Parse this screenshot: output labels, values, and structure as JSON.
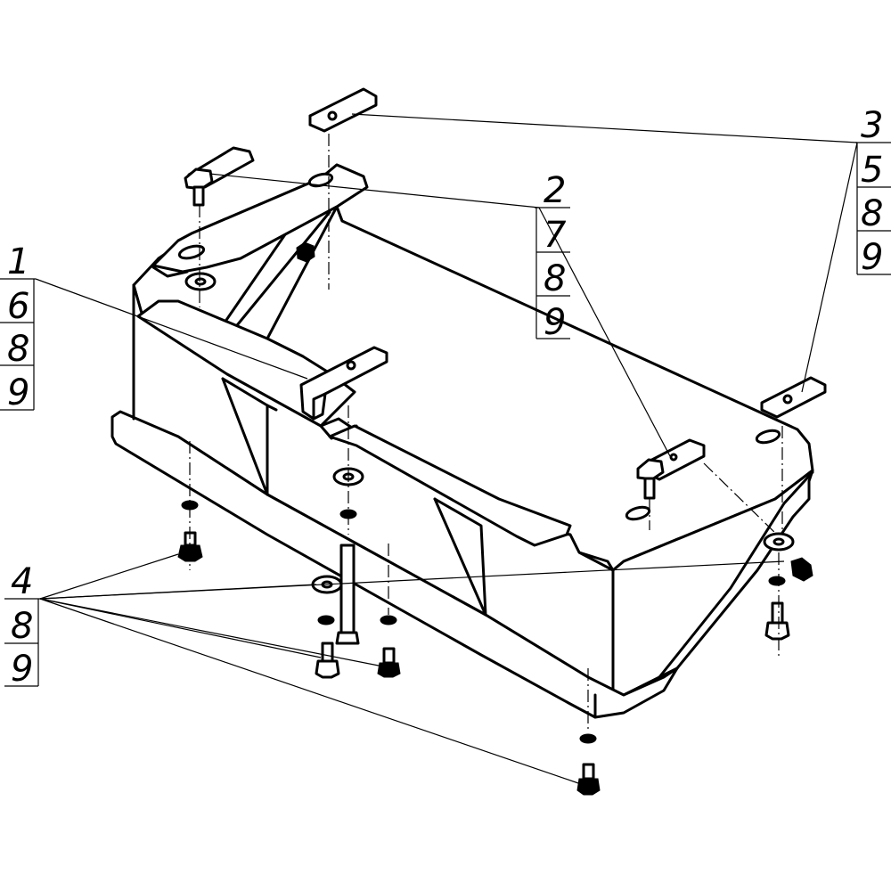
{
  "callouts": {
    "c1": {
      "top": "1",
      "rows": [
        "6",
        "8",
        "9"
      ]
    },
    "c2": {
      "top": "2",
      "rows": [
        "7",
        "8",
        "9"
      ]
    },
    "c3": {
      "top": "3",
      "rows": [
        "5",
        "8",
        "9"
      ]
    },
    "c4": {
      "top": "4",
      "rows": [
        "8",
        "9"
      ]
    }
  }
}
